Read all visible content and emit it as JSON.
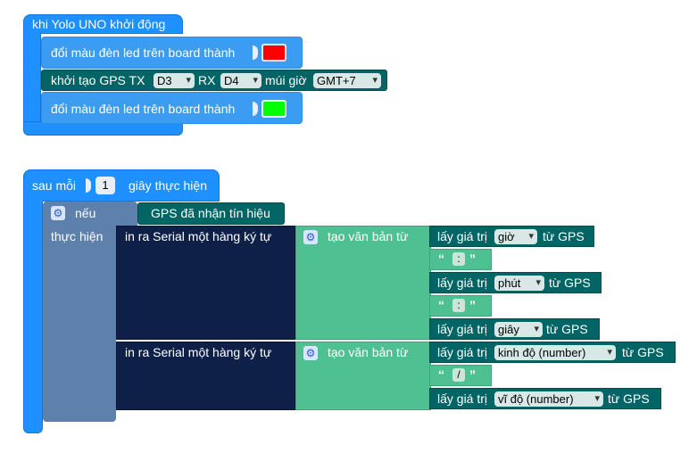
{
  "startup": {
    "hat_label": "khi Yolo UNO khởi động",
    "led_red_label": "đổi màu đèn led trên board thành",
    "led_red_color": "#ff0000",
    "gps_init_label": "khởi tạo GPS TX",
    "gps_tx_value": "D3",
    "gps_rx_label": "RX",
    "gps_rx_value": "D4",
    "gps_tz_label": "múi giờ",
    "gps_tz_value": "GMT+7",
    "led_green_label": "đổi màu đèn led trên board thành",
    "led_green_color": "#00ff00"
  },
  "loop": {
    "every_label": "sau mỗi",
    "every_value": "1",
    "every_suffix": "giây thực hiện",
    "if_label": "nếu",
    "condition_label": "GPS đã nhận tín hiệu",
    "then_label": "thực hiện",
    "print1_label": "in ra Serial một hàng ký tự",
    "print2_label": "in ra Serial một hàng ký tự",
    "create_text1_label": "tạo văn bản từ",
    "create_text2_label": "tạo văn bản từ",
    "get_value_label": "lấy giá trị",
    "from_gps_label": "từ GPS",
    "row1_field": "giờ",
    "sep1": ":",
    "row2_field": "phút",
    "sep2": ":",
    "row3_field": "giây",
    "row4_field": "kinh độ (number)",
    "sep3": "/",
    "row5_field": "vĩ độ (number)",
    "open_quote": "“",
    "close_quote": "”"
  },
  "icons": {
    "gear": "gear-icon",
    "dropdown": "chevron-down-icon"
  }
}
